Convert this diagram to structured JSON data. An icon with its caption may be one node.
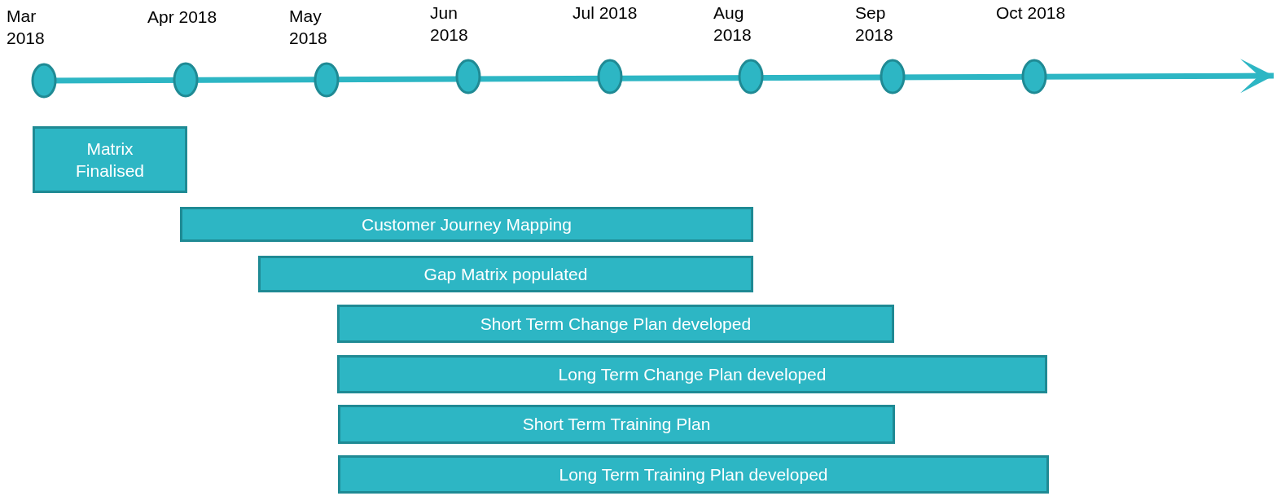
{
  "diagram": {
    "nodes": [
      {
        "text": [],
        "shape": "circle",
        "beside": [
          "Mar 2018"
        ]
      },
      {
        "text": [],
        "shape": "circle",
        "beside": [
          "Apr 2018"
        ]
      },
      {
        "text": [],
        "shape": "circle",
        "beside": [
          "May 2018"
        ]
      },
      {
        "text": [],
        "shape": "circle",
        "beside": [
          "Jun 2018"
        ]
      },
      {
        "text": [],
        "shape": "circle",
        "beside": [
          "Jul 2018"
        ]
      },
      {
        "text": [],
        "shape": "circle",
        "beside": [
          "Aug 2018"
        ]
      },
      {
        "text": [],
        "shape": "circle",
        "beside": [
          "Sep 2018"
        ]
      },
      {
        "text": [],
        "shape": "circle",
        "beside": [
          "Oct 2018"
        ]
      },
      {
        "text": [
          "Matrix Finalised"
        ]
      },
      {
        "text": [
          "Customer Journey Mapping"
        ]
      },
      {
        "text": [
          "Gap Matrix populated"
        ]
      },
      {
        "text": [
          "Short Term Change Plan developed"
        ]
      },
      {
        "text": [
          "Long Term Change Plan developed"
        ]
      },
      {
        "text": [
          "Short Term Training Plan"
        ]
      },
      {
        "text": [
          "Long Term Training Plan developed"
        ]
      }
    ]
  }
}
